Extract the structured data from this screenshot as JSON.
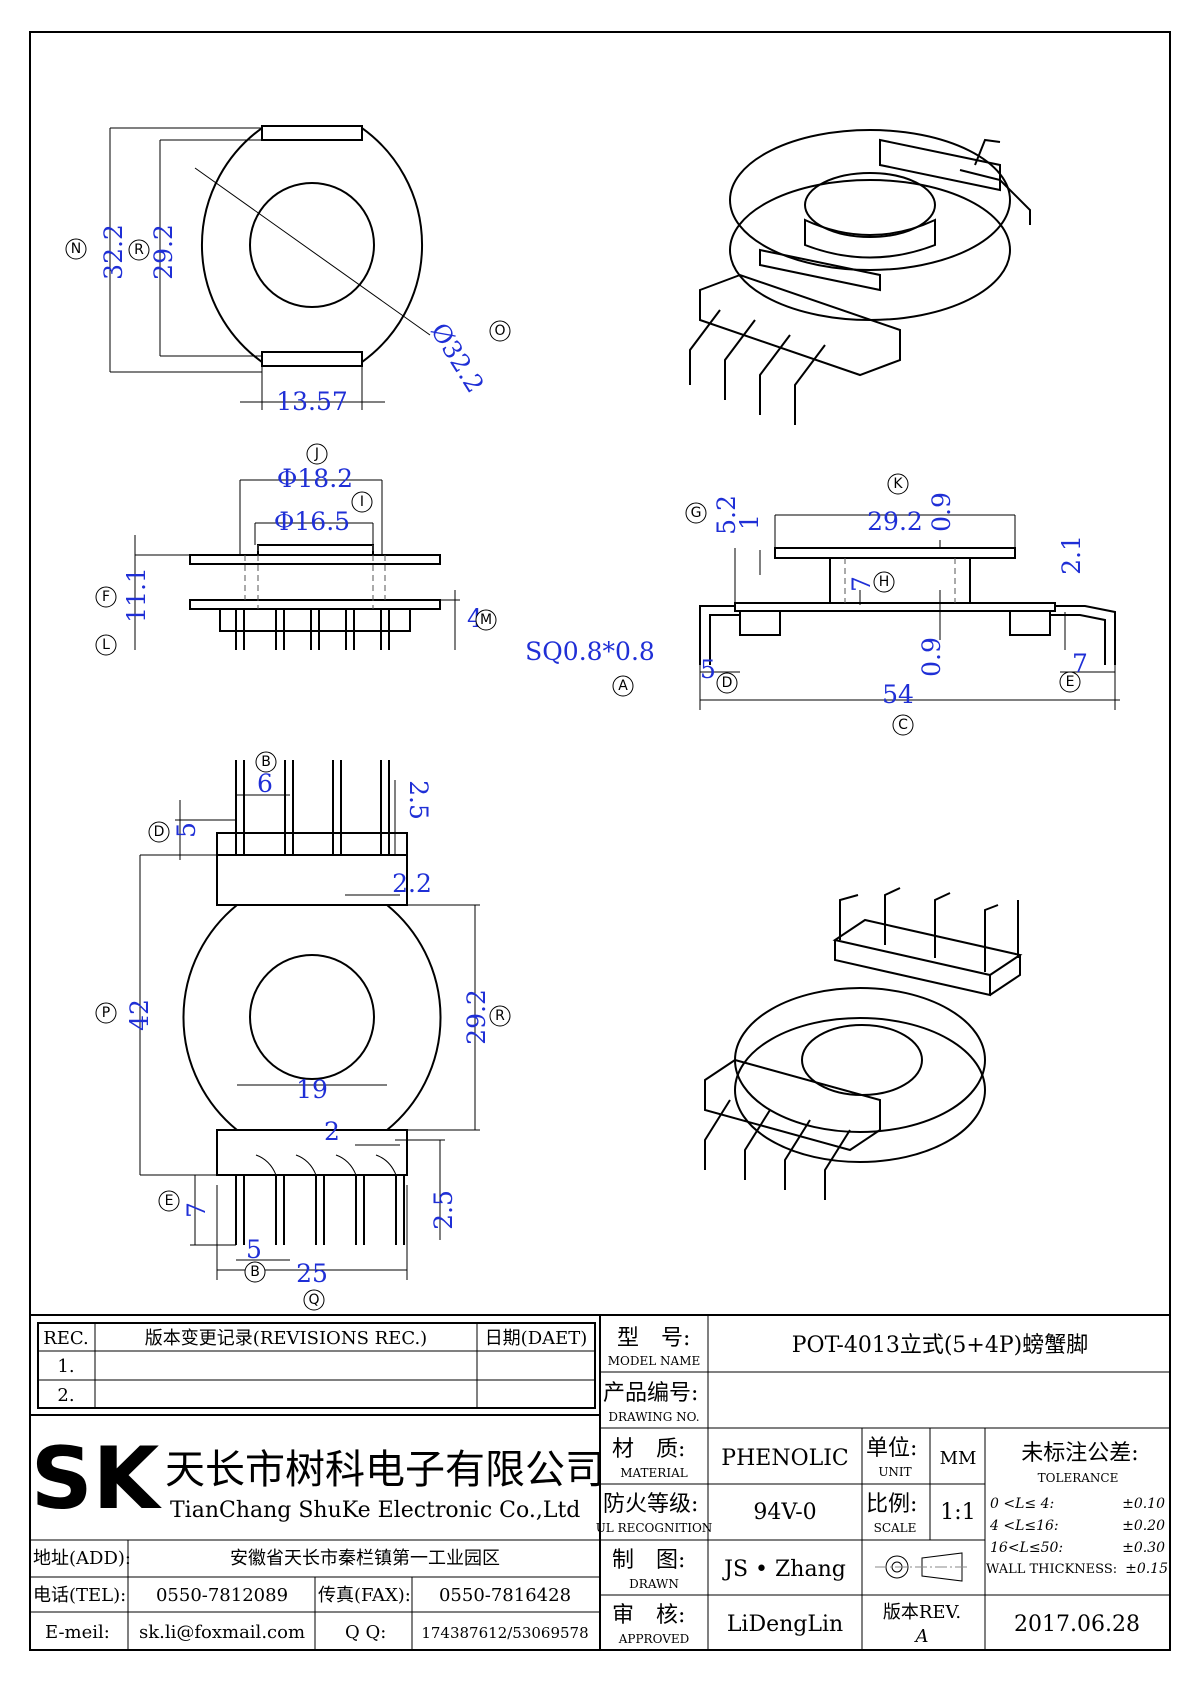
{
  "dimensions": {
    "top_height_outer": "32.2",
    "top_height_inner": "29.2",
    "top_diameter": "Ø32.2",
    "top_flat_width": "13.57",
    "side_dia_outer": "Φ18.2",
    "side_dia_inner": "Φ16.5",
    "side_height": "11.1",
    "side_pin_len": "4",
    "right_top": "5.2",
    "right_small1": "1",
    "right_width": "29.2",
    "right_thk": "0.9",
    "right_core": "7",
    "right_side": "2.1",
    "right_thk2": "0.9",
    "pin_sq": "SQ0.8*0.8",
    "right_pin_offset": "5",
    "right_total": "54",
    "right_pin_right": "7",
    "bot_pitch_top": "6",
    "bot_pin_top_len": "5",
    "bot_pin_top_small": "2.5",
    "bot_block_gap": "2.2",
    "bot_total_h": "42",
    "bot_flange": "29.2",
    "bot_width_19": "19",
    "bot_small2": "2",
    "bot_pin_bot_len": "7",
    "bot_pin_bot_small": "2.5",
    "bot_pitch_bot": "5",
    "bot_total_w": "25"
  },
  "callouts": {
    "N": "N",
    "R": "R",
    "O": "O",
    "J": "J",
    "I": "I",
    "F": "F",
    "L": "L",
    "M": "M",
    "G": "G",
    "K": "K",
    "H": "H",
    "A": "A",
    "D": "D",
    "C": "C",
    "E": "E",
    "B": "B",
    "P": "P",
    "Q": "Q"
  },
  "title_block": {
    "rev_header": "REC.",
    "rev_title": "版本变更记录(REVISIONS REC.)",
    "date_header": "日期(DAET)",
    "rev_rows": [
      "1.",
      "2."
    ],
    "company_cn": "天长市树科电子有限公司",
    "company_en": "TianChang ShuKe Electronic Co.,Ltd",
    "logo": "SK",
    "address_label": "地址(ADD):",
    "address": "安徽省天长市秦栏镇第一工业园区",
    "tel_label": "电话(TEL):",
    "tel": "0550-7812089",
    "fax_label": "传真(FAX):",
    "fax": "0550-7816428",
    "email_label": "E-meil:",
    "email": "sk.li@foxmail.com",
    "qq_label": "Q Q:",
    "qq": "174387612/53069578",
    "model_label_cn": "型　号:",
    "model_label_en": "MODEL NAME",
    "model": "POT-4013立式(5+4P)螃蟹脚",
    "drawing_label_cn": "产品编号:",
    "drawing_label_en": "DRAWING NO.",
    "material_label_cn": "材　质:",
    "material_label_en": "MATERIAL",
    "material": "PHENOLIC",
    "unit_label_cn": "单位:",
    "unit_label_en": "UNIT",
    "unit": "MM",
    "tolerance_label_cn": "未标注公差:",
    "tolerance_label_en": "TOLERANCE",
    "ul_label_cn": "防火等级:",
    "ul_label_en": "UL RECOGNITION",
    "ul": "94V-0",
    "scale_label_cn": "比例:",
    "scale_label_en": "SCALE",
    "scale": "1:1",
    "tol_rows": [
      {
        "range": "0 <L≤ 4:",
        "value": "±0.10"
      },
      {
        "range": "4 <L≤16:",
        "value": "±0.20"
      },
      {
        "range": "16<L≤50:",
        "value": "±0.30"
      }
    ],
    "wall_label": "WALL THICKNESS:",
    "wall_value": "±0.15",
    "drawn_label_cn": "制　图:",
    "drawn_label_en": "DRAWN",
    "drawn": "JS • Zhang",
    "approved_label_cn": "审　核:",
    "approved_label_en": "APPROVED",
    "approved": "LiDengLin",
    "rev_label": "版本REV.",
    "rev": "A",
    "date": "2017.06.28"
  }
}
